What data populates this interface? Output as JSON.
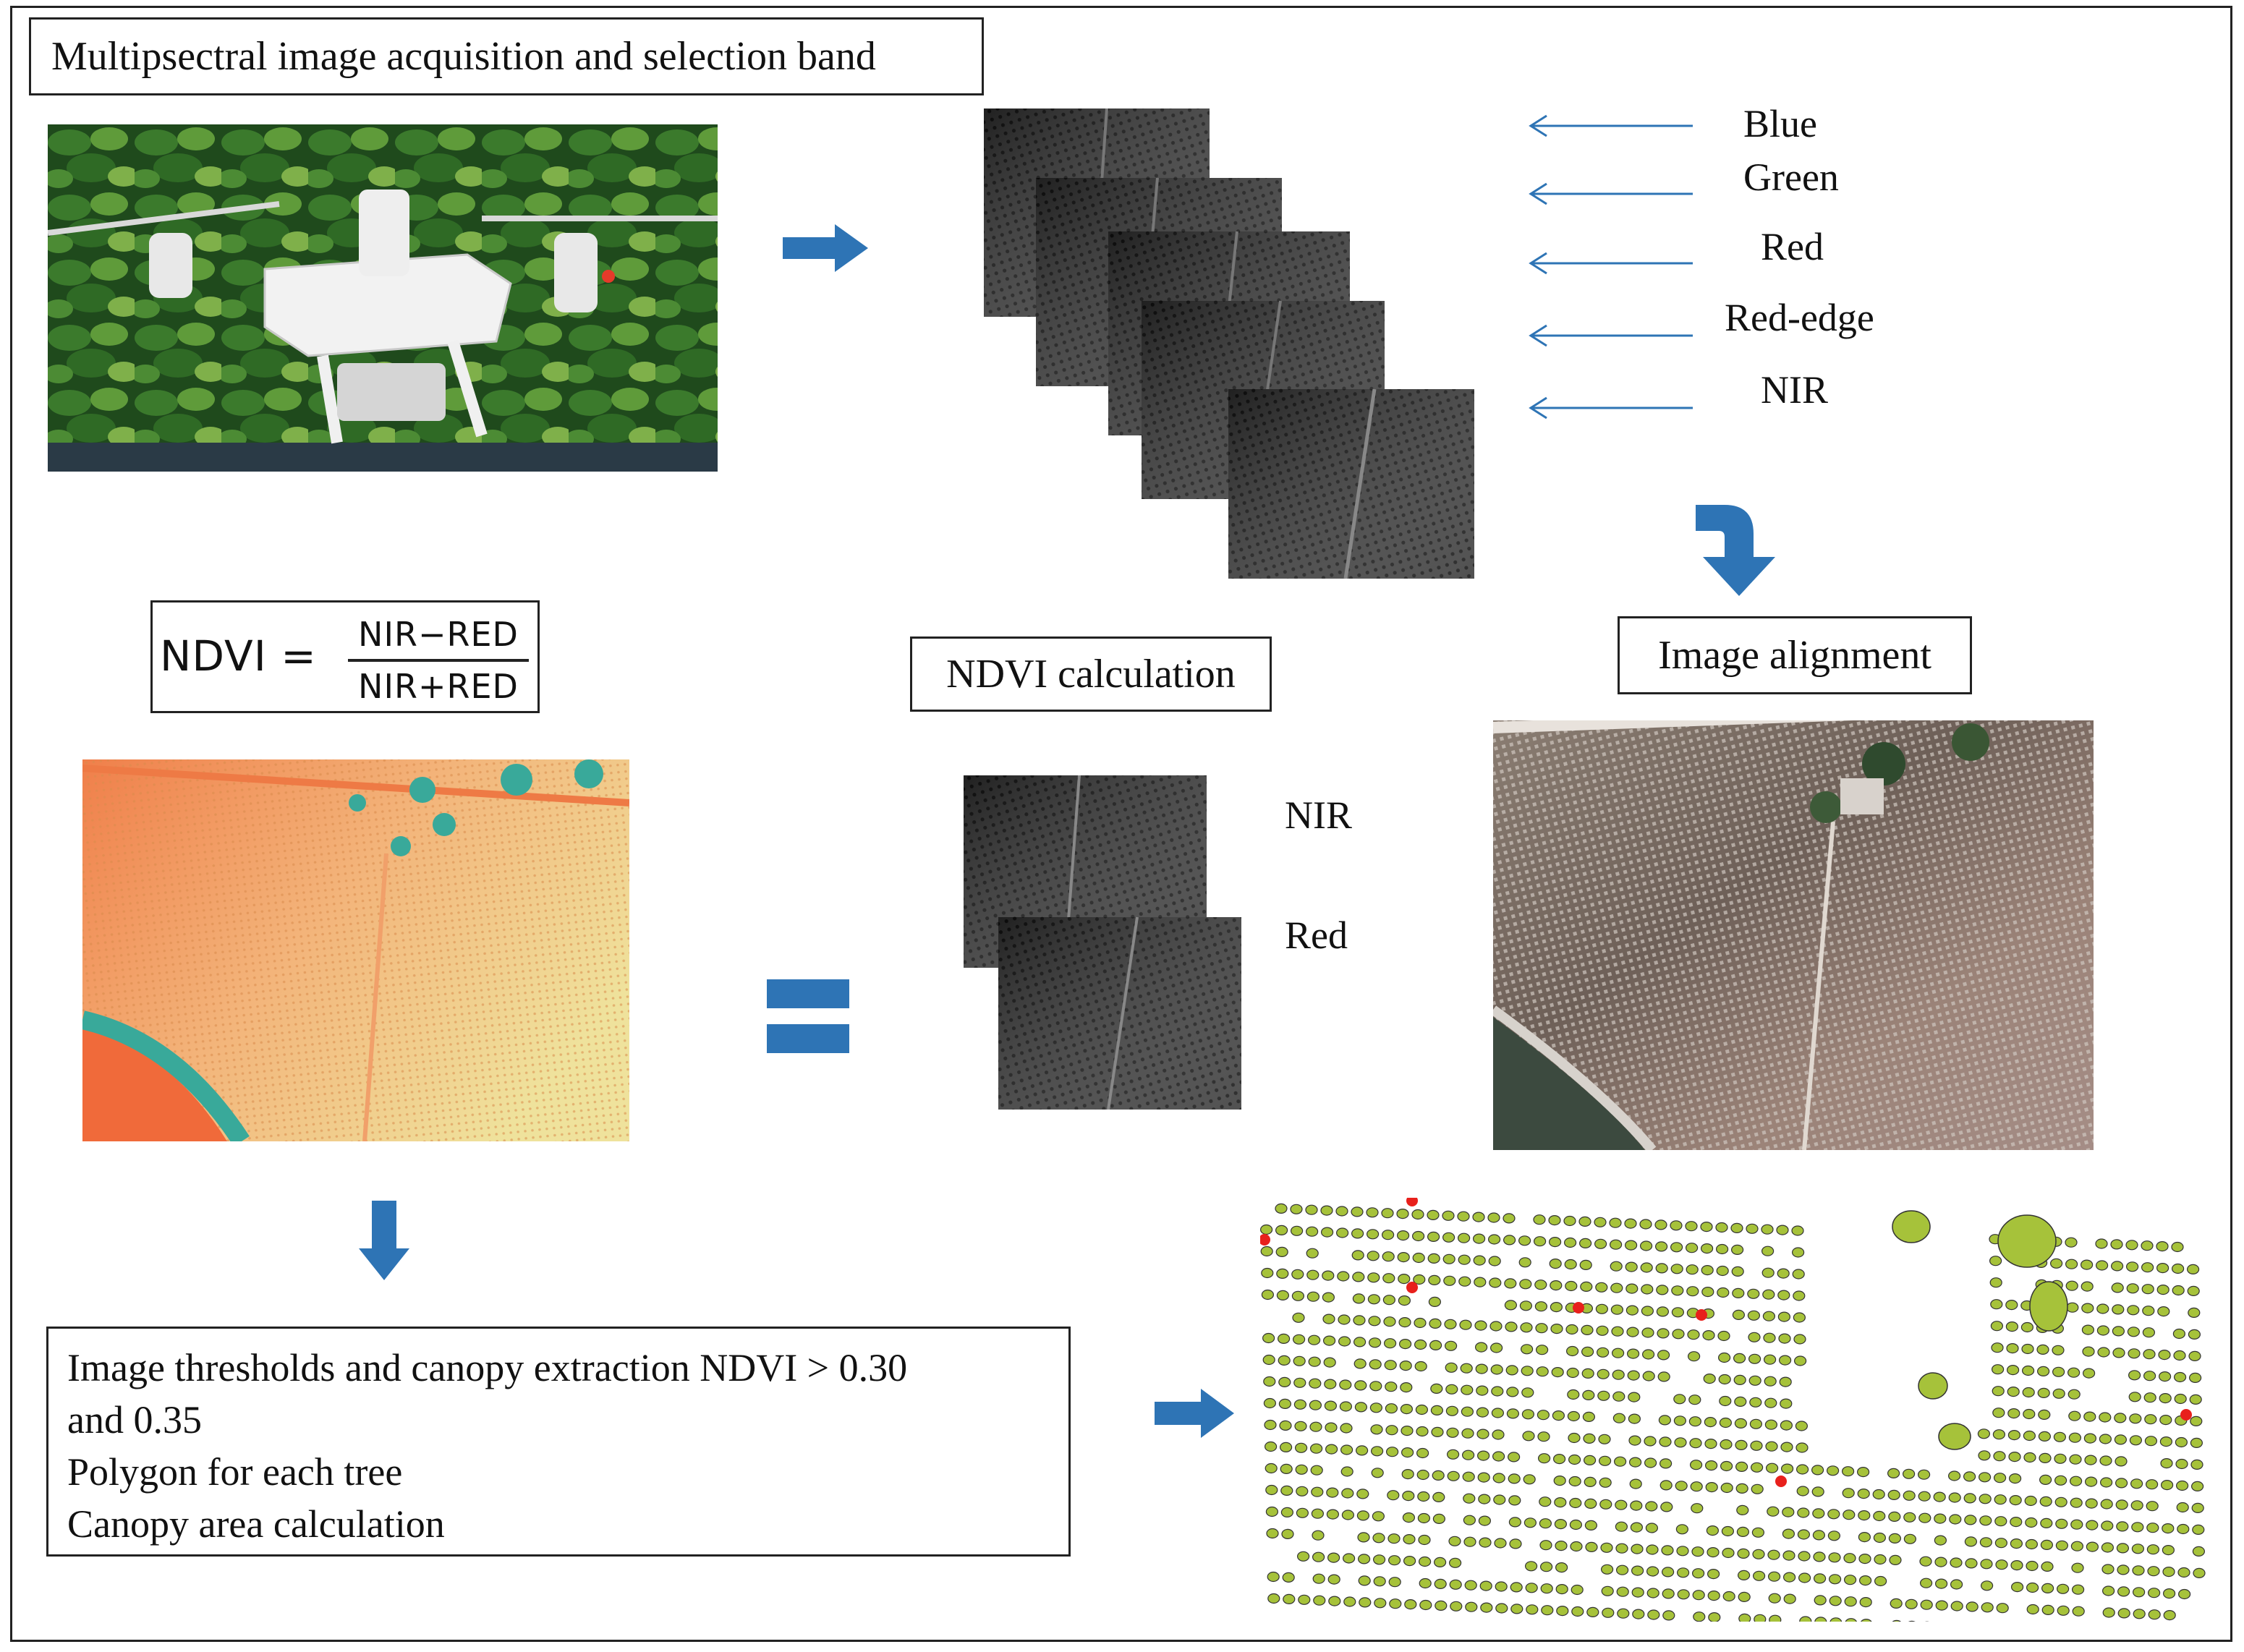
{
  "title": "Multipsectral image acquisition and selection band",
  "bands": [
    "Blue",
    "Green",
    "Red",
    "Red-edge",
    "NIR"
  ],
  "formula": {
    "lhs": "NDVI =",
    "numerator": "NIR−RED",
    "denominator": "NIR+RED"
  },
  "labels": {
    "ndvi_calculation": "NDVI calculation",
    "image_alignment": "Image alignment",
    "nir": "NIR",
    "red": "Red"
  },
  "steps": [
    "Image thresholds and canopy extraction NDVI > 0.30",
    "and 0.35",
    "Polygon for each tree",
    "Canopy area calculation"
  ],
  "colors": {
    "arrow": "#2e74b5",
    "ndvi_orange": "#f2934f",
    "ndvi_teal": "#39a99a",
    "canopy_green": "#a6c23a",
    "marker_red": "#e8201c"
  }
}
